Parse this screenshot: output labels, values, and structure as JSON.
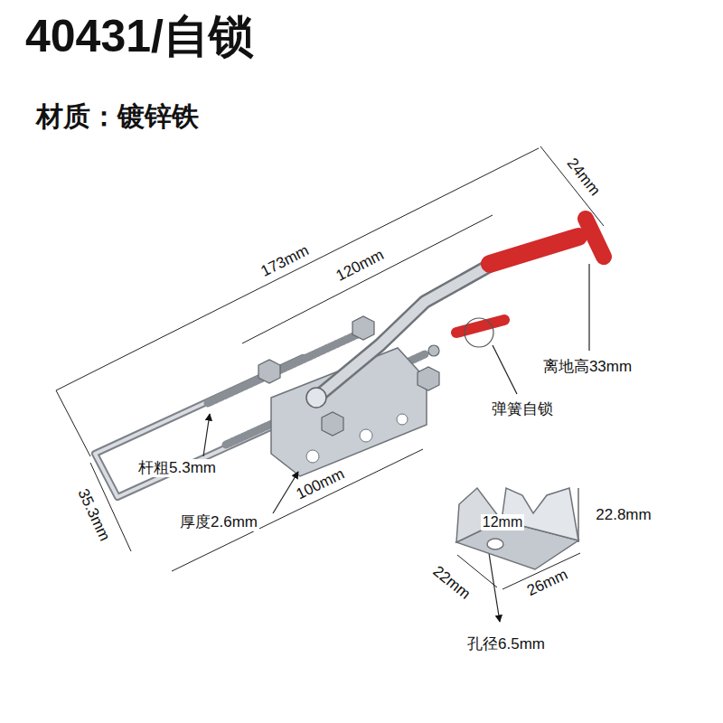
{
  "diagram": {
    "title": "40431/自锁",
    "labels": [
      "材质：镀锌铁",
      "173mm",
      "24mm",
      "120mm",
      "离地高33mm",
      "弹簧自锁",
      "杆粗5.3mm",
      "35.3mm",
      "厚度2.6mm",
      "100mm",
      "12mm",
      "22.8mm",
      "22mm",
      "26mm",
      "孔径6.5mm"
    ]
  }
}
